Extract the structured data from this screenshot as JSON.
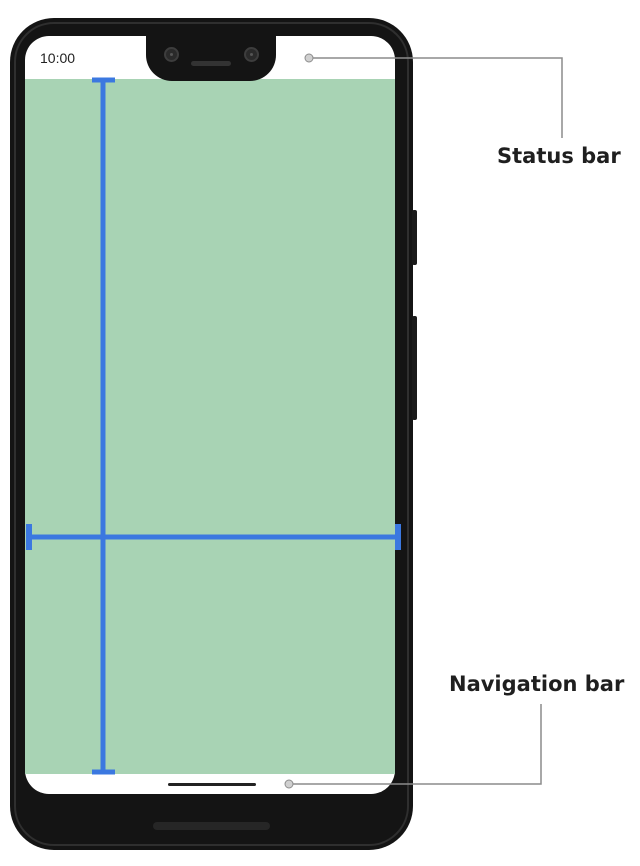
{
  "status_bar": {
    "time": "10:00"
  },
  "callouts": {
    "status_bar_label": "Status bar",
    "navigation_bar_label": "Navigation bar"
  },
  "colors": {
    "content_area": "#a8d3b4",
    "measure_lines": "#3b78e0",
    "leader_lines": "#8c8c8c",
    "phone_body": "#141414"
  }
}
